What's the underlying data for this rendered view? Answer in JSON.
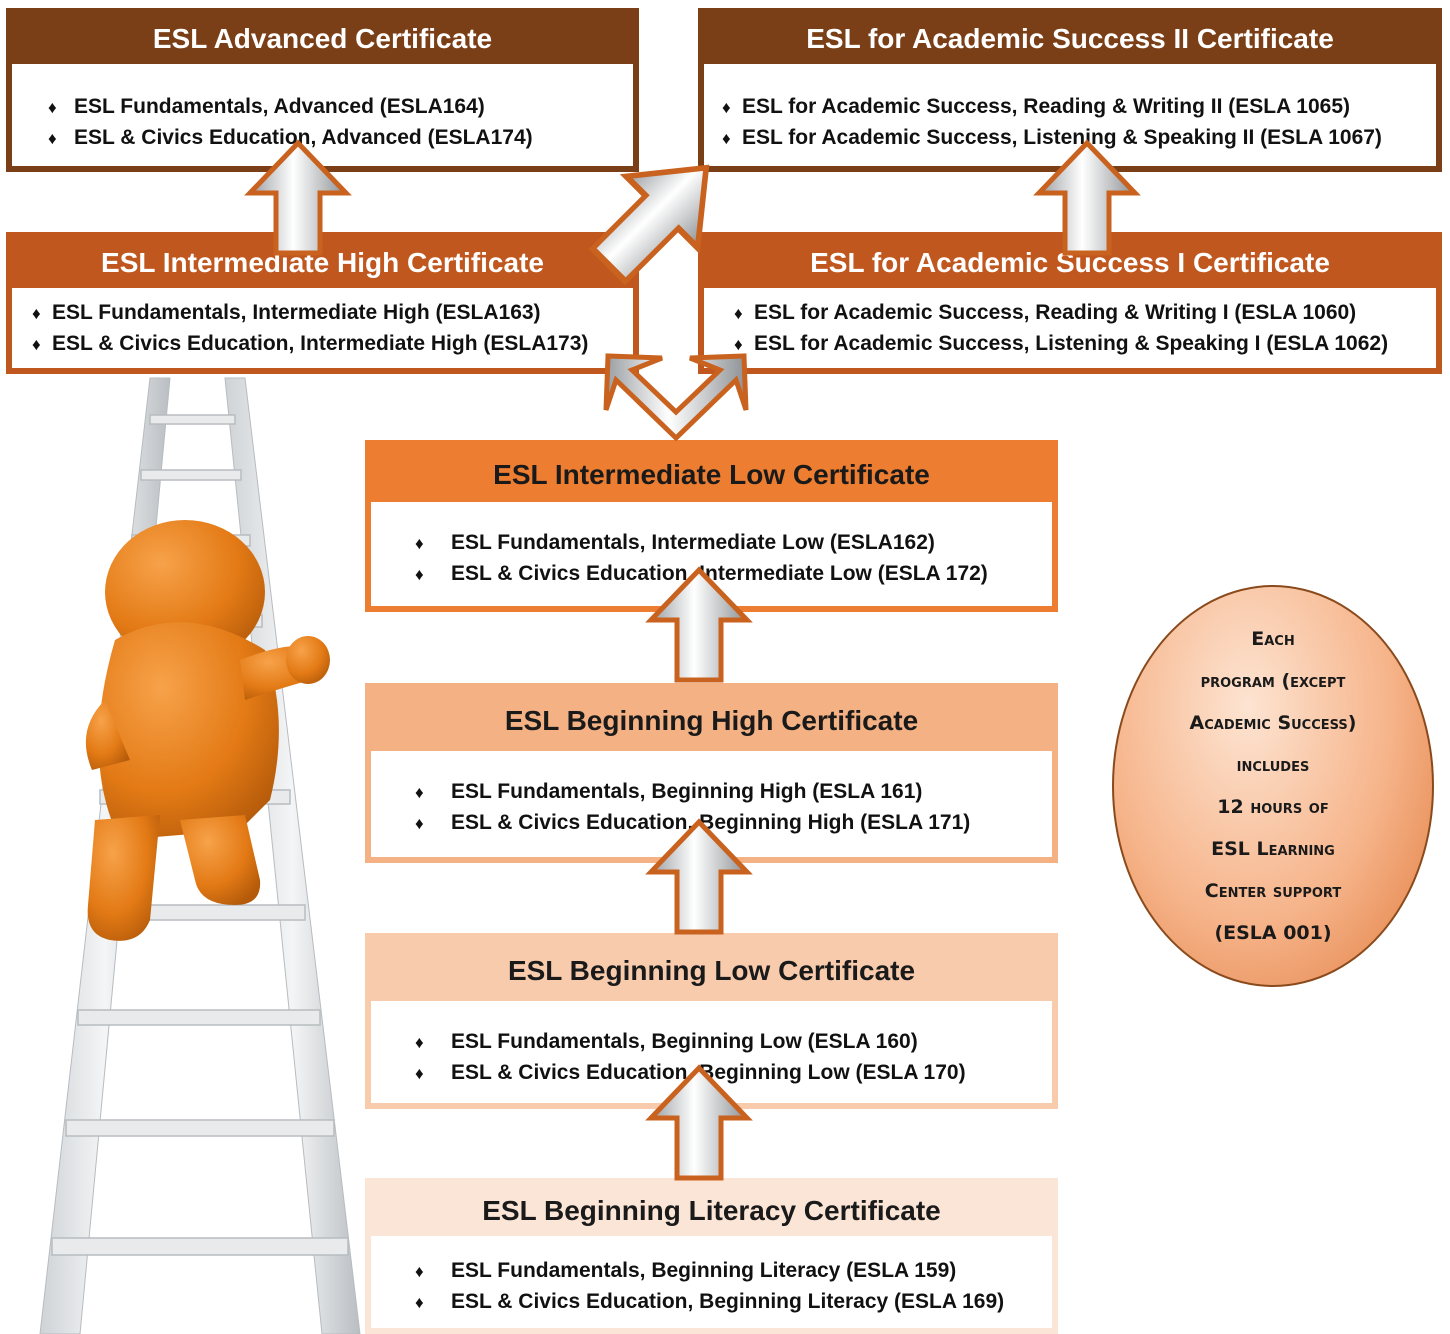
{
  "certificates": {
    "advanced": {
      "title": "ESL Advanced Certificate",
      "items": [
        "ESL Fundamentals, Advanced  (ESLA164)",
        "ESL & Civics Education, Advanced  (ESLA174)"
      ]
    },
    "academic_ii": {
      "title": "ESL for Academic Success II Certificate",
      "items": [
        "ESL for Academic Success, Reading & Writing II (ESLA 1065)",
        "ESL for Academic Success, Listening & Speaking II (ESLA 1067)"
      ]
    },
    "intermediate_high": {
      "title": "ESL Intermediate High Certificate",
      "items": [
        "ESL Fundamentals, Intermediate High  (ESLA163)",
        "ESL & Civics Education, Intermediate High (ESLA173)"
      ]
    },
    "academic_i": {
      "title": "ESL for Academic Success I Certificate",
      "items": [
        "ESL for Academic Success, Reading & Writing I  (ESLA 1060)",
        "ESL for Academic Success, Listening & Speaking I  (ESLA 1062)"
      ]
    },
    "intermediate_low": {
      "title": "ESL Intermediate Low Certificate",
      "items": [
        "ESL Fundamentals, Intermediate Low  (ESLA162)",
        "ESL & Civics Education, Intermediate Low  (ESLA 172)"
      ]
    },
    "beginning_high": {
      "title": "ESL Beginning High Certificate",
      "items": [
        "ESL Fundamentals, Beginning High  (ESLA 161)",
        "ESL & Civics Education, Beginning High  (ESLA 171)"
      ]
    },
    "beginning_low": {
      "title": "ESL Beginning Low Certificate",
      "items": [
        "ESL Fundamentals, Beginning Low  (ESLA 160)",
        "ESL & Civics Education, Beginning Low  (ESLA 170)"
      ]
    },
    "beginning_literacy": {
      "title": "ESL Beginning Literacy Certificate",
      "items": [
        "ESL Fundamentals, Beginning Literacy  (ESLA 159)",
        "ESL & Civics Education, Beginning Literacy  (ESLA 169)"
      ]
    }
  },
  "bullet_glyph": "♦",
  "note": {
    "lines": [
      "Each",
      "program (except",
      "Academic Success)",
      "includes",
      "12 hours of",
      "ESL Learning",
      "Center support",
      "(ESLA 001)"
    ]
  },
  "colors": {
    "dark_brown": "#7b3f18",
    "rust": "#c0571e",
    "orange": "#ed7d31",
    "peach": "#f4b183",
    "light_peach": "#f8cbad",
    "pale_peach": "#fbe5d6"
  },
  "icons": [
    "up-arrow-icon",
    "diagonal-arrow-icon",
    "split-arrow-icon",
    "climbing-figure-icon",
    "ladder-icon"
  ]
}
